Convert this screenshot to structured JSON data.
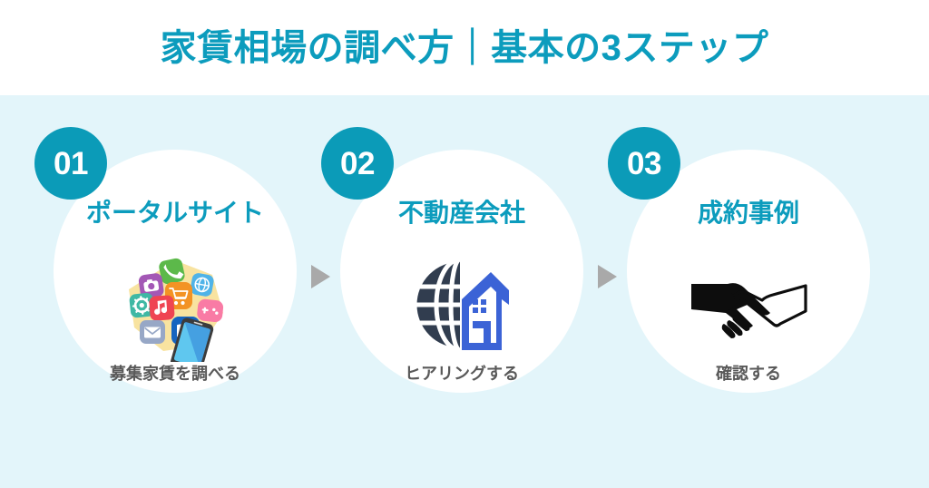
{
  "header": {
    "title": "家賃相場の調べ方｜基本の3ステップ",
    "title_color": "#0c9cbd"
  },
  "theme": {
    "background_top": "#ffffff",
    "background_panel": "#e3f5fa",
    "accent_teal": "#0c9cbd",
    "badge_teal": "#0b9bb8",
    "disc_white": "#ffffff",
    "caption_gray": "#595959",
    "arrow_gray": "#a9a9a9"
  },
  "steps": [
    {
      "number": "01",
      "heading": "ポータルサイト",
      "caption": "募集家賃を調べる",
      "icon": "smartphone-apps-icon"
    },
    {
      "number": "02",
      "heading": "不動産会社",
      "caption": "ヒアリングする",
      "icon": "globe-house-icon"
    },
    {
      "number": "03",
      "heading": "成約事例",
      "caption": "確認する",
      "icon": "handshake-icon"
    }
  ],
  "connectors": [
    {
      "name": "arrow-step1-to-step2"
    },
    {
      "name": "arrow-step2-to-step3"
    }
  ]
}
